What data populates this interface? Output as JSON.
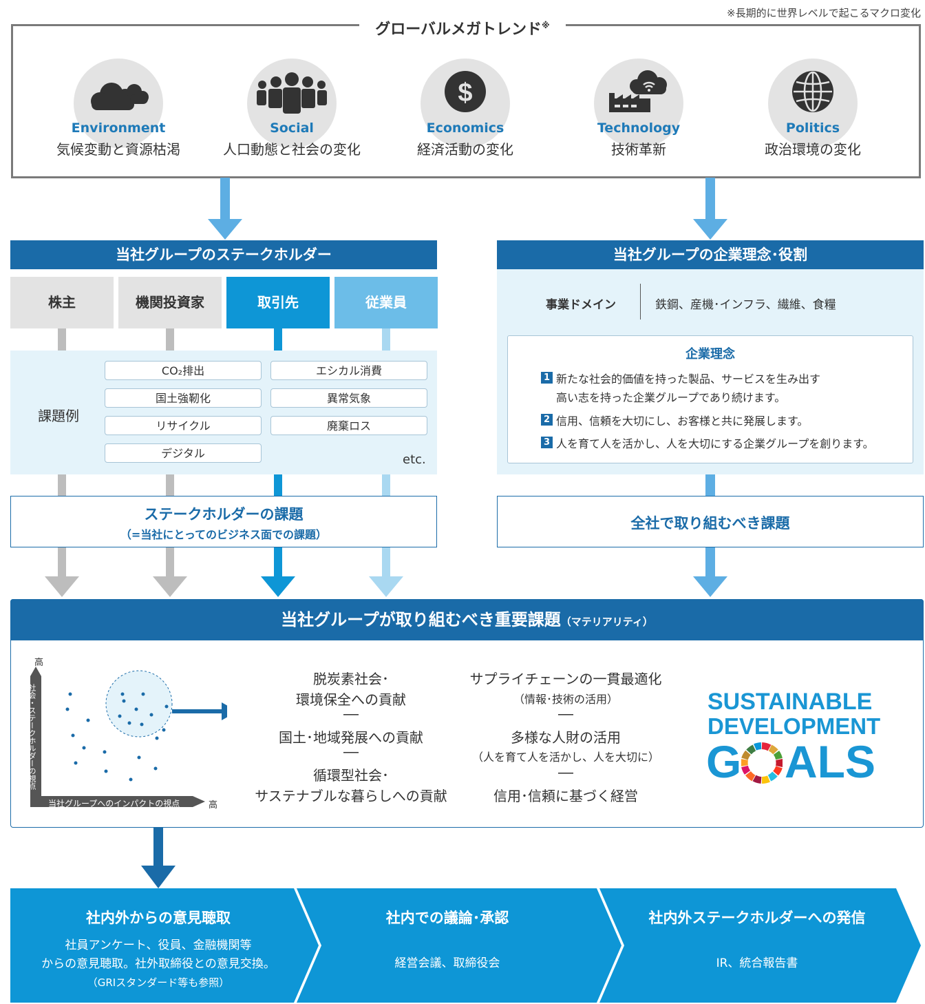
{
  "note": "※長期的に世界レベルで起こるマクロ変化",
  "megatrend": {
    "title": "グローバルメガトレンド",
    "title_mark": "※",
    "items": [
      {
        "en": "Environment",
        "jp": "気候変動と資源枯渇",
        "icon": "cloud-icon"
      },
      {
        "en": "Social",
        "jp": "人口動態と社会の変化",
        "icon": "people-icon"
      },
      {
        "en": "Economics",
        "jp": "経済活動の変化",
        "icon": "dollar-icon"
      },
      {
        "en": "Technology",
        "jp": "技術革新",
        "icon": "factory-wifi-icon"
      },
      {
        "en": "Politics",
        "jp": "政治環境の変化",
        "icon": "globe-icon"
      }
    ]
  },
  "stakeholders": {
    "header": "当社グループのステークホルダー",
    "groups": [
      "株主",
      "機関投資家",
      "取引先",
      "従業員"
    ],
    "issues_label": "課題例",
    "issues_left": [
      "CO₂排出",
      "国土強靭化",
      "リサイクル",
      "デジタル"
    ],
    "issues_right": [
      "エシカル消費",
      "異常気象",
      "廃棄ロス"
    ],
    "etc": "etc.",
    "result_title": "ステークホルダーの課題",
    "result_sub": "（=当社にとってのビジネス面での課題）"
  },
  "philosophy": {
    "header": "当社グループの企業理念･役割",
    "domain_label": "事業ドメイン",
    "domain_value": "鉄鋼、産機･インフラ、繊維、食糧",
    "title": "企業理念",
    "items": [
      {
        "num": "1",
        "line1": "新たな社会的価値を持った製品、サービスを生み出す",
        "line2": "高い志を持った企業グループであり続けます。"
      },
      {
        "num": "2",
        "line1": "信用、信頼を大切にし、お客様と共に発展します。",
        "line2": ""
      },
      {
        "num": "3",
        "line1": "人を育て人を活かし、人を大切にする企業グループを創ります。",
        "line2": ""
      }
    ],
    "result_title": "全社で取り組むべき課題"
  },
  "materiality": {
    "header": "当社グループが取り組むべき重要課題",
    "header_sub": "（マテリアリティ）",
    "chart": {
      "y_label": "社会・ステークホルダーの視点",
      "y_high": "高",
      "x_label": "当社グループへのインパクトの視点",
      "x_high": "高"
    },
    "left_col": [
      {
        "line1": "脱炭素社会･",
        "line2": "環境保全への貢献"
      },
      {
        "line1": "国土･地域発展への貢献",
        "line2": ""
      },
      {
        "line1": "循環型社会･",
        "line2": "サステナブルな暮らしへの貢献"
      }
    ],
    "right_col": [
      {
        "main": "サプライチェーンの一貫最適化",
        "sub": "（情報･技術の活用）"
      },
      {
        "main": "多様な人財の活用",
        "sub": "（人を育て人を活かし、人を大切に）"
      },
      {
        "main": "信用･信頼に基づく経営",
        "sub": ""
      }
    ],
    "separator": "──",
    "sdgs": {
      "line1": "SUSTAINABLE",
      "line2": "DEVELOPMENT",
      "line3a": "G",
      "line3b": "ALS"
    }
  },
  "process": [
    {
      "title": "社内外からの意見聴取",
      "lines": [
        "社員アンケート、役員、金融機関等",
        "からの意見聴取。社外取締役との意見交換。",
        "（GRIスタンダード等も参照）"
      ]
    },
    {
      "title": "社内での議論･承認",
      "lines": [
        "経営会議、取締役会"
      ]
    },
    {
      "title": "社内外ステークホルダーへの発信",
      "lines": [
        "IR、統合報告書"
      ]
    }
  ]
}
